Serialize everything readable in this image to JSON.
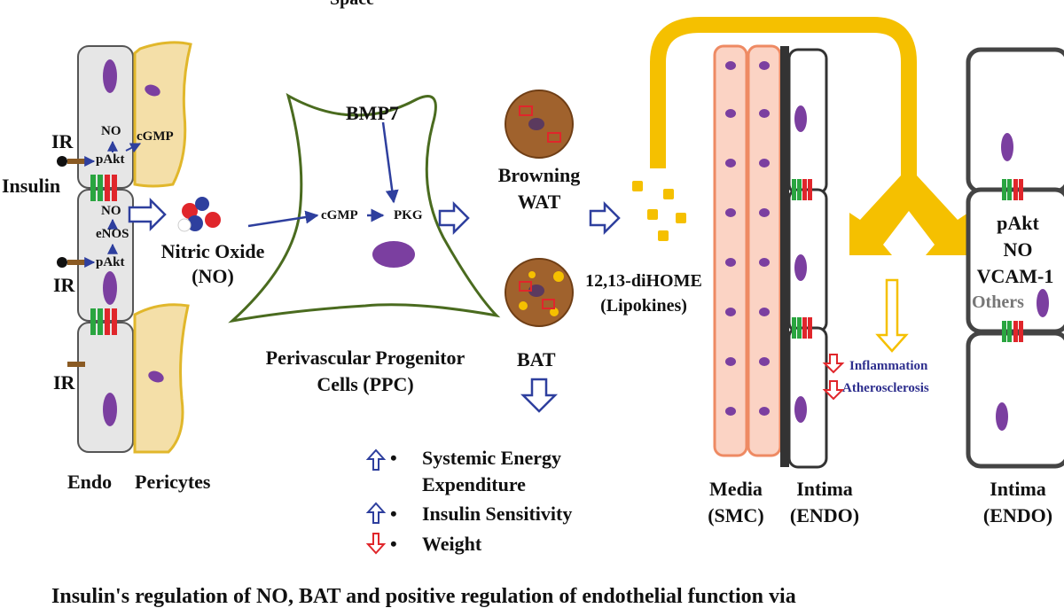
{
  "top_partial": "Space",
  "left_panel": {
    "ir_labels": [
      "IR",
      "IR",
      "IR"
    ],
    "insulin": "Insulin",
    "no_top": "NO",
    "cgmp": "cGMP",
    "pakt_top": "pAkt",
    "no_mid": "NO",
    "enos": "eNOS",
    "pakt_mid": "pAkt",
    "endo": "Endo",
    "pericytes": "Pericytes"
  },
  "nitric_oxide": {
    "line1": "Nitric Oxide",
    "line2": "(NO)"
  },
  "ppc": {
    "bmp7": "BMP7",
    "cgmp": "cGMP",
    "pkg": "PKG",
    "line1": "Perivascular Progenitor",
    "line2": "Cells (PPC)"
  },
  "adipose": {
    "browning_line1": "Browning",
    "browning_line2": "WAT",
    "bat": "BAT",
    "lipokine_line1": "12,13-diHOME",
    "lipokine_line2": "(Lipokines)"
  },
  "effects": [
    {
      "direction": "up",
      "text_line1": "Systemic Energy",
      "text_line2": "Expenditure"
    },
    {
      "direction": "up",
      "text_line1": "Insulin Sensitivity",
      "text_line2": ""
    },
    {
      "direction": "down",
      "text_line1": "Weight",
      "text_line2": ""
    }
  ],
  "vessel": {
    "media_line1": "Media",
    "media_line2": "(SMC)",
    "intima_line1": "Intima",
    "intima_line2": "(ENDO)",
    "inflammation": "Inflammation",
    "atherosclerosis": "Atherosclerosis"
  },
  "right_panel": {
    "pakt": "pAkt",
    "no": "NO",
    "vcam": "VCAM-1",
    "others": "Others",
    "intima_line1": "Intima",
    "intima_line2": "(ENDO)"
  },
  "caption_partial": "Insulin's regulation of NO, BAT and positive regulation of endothelial function via",
  "colors": {
    "cell_fill": "#e6e6e6",
    "cell_border": "#555555",
    "nucleus": "#7b3fa0",
    "pericyte_fill": "#f4dfa8",
    "pericyte_border": "#e1b72b",
    "arrow_blue": "#2e3f9e",
    "arrow_red": "#e0262b",
    "yellow": "#f5c000",
    "smc_fill": "#fbd3c4",
    "smc_border": "#ee8a63",
    "ppc_border": "#4a6b1f",
    "wat_fill": "#a0622d"
  }
}
